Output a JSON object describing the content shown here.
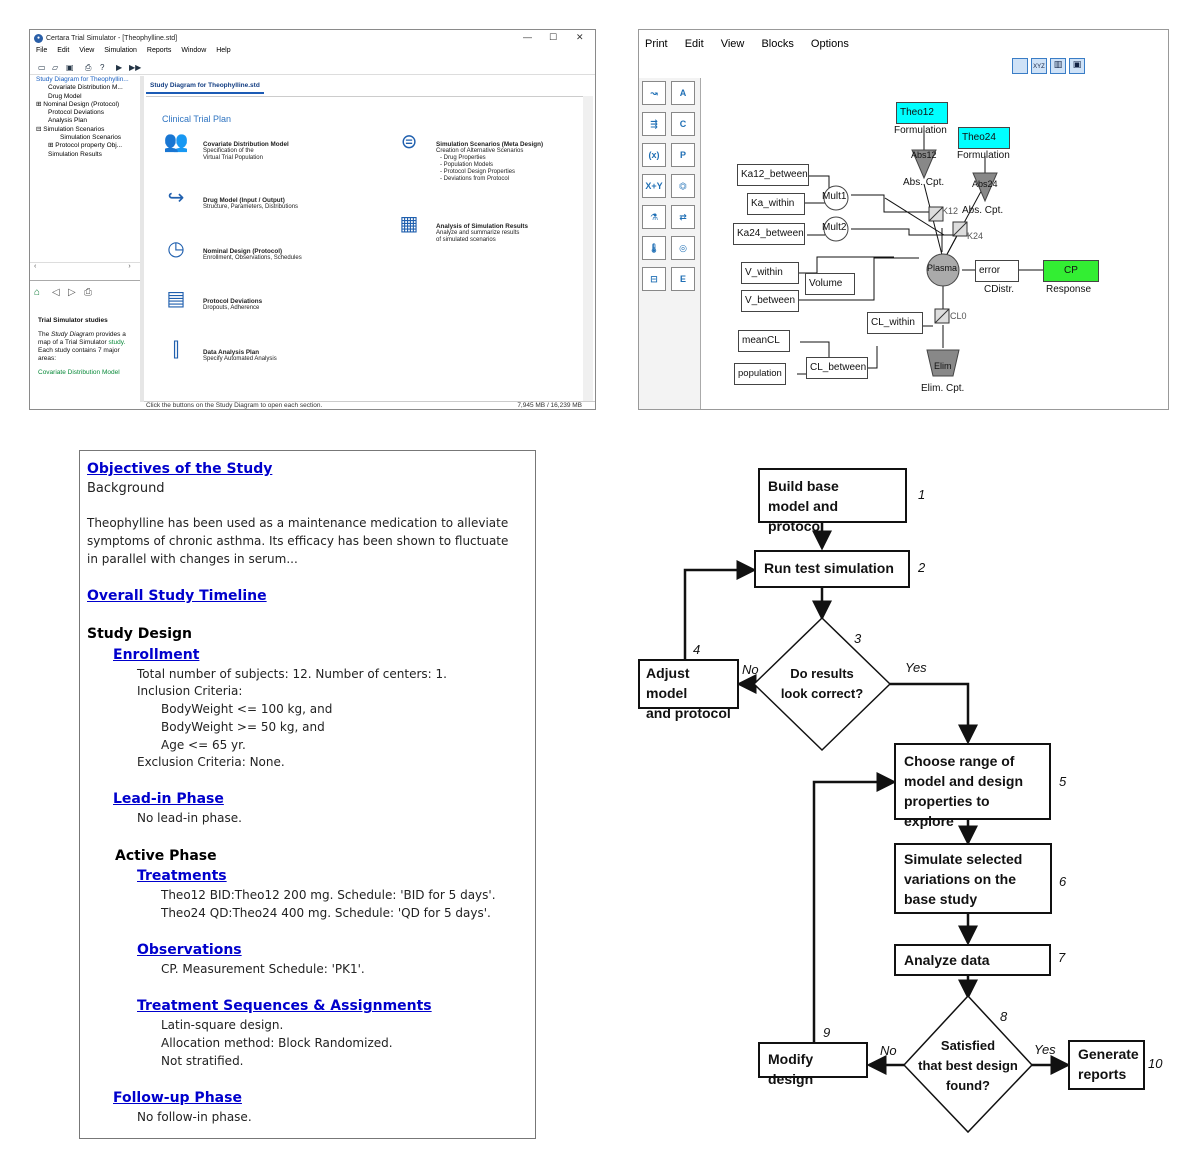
{
  "sim_window": {
    "title": "Certara Trial Simulator - [Theophylline.std]",
    "app_icon": "certara-logo-icon",
    "controls": [
      "—",
      "☐",
      "✕"
    ],
    "menu": [
      "File",
      "Edit",
      "View",
      "Simulation",
      "Reports",
      "Window",
      "Help"
    ],
    "tree": [
      "Study Diagram for Theophyllin...",
      "Covariate Distribution M...",
      "Drug Model",
      "Nominal Design (Protocol)",
      "Protocol Deviations",
      "Analysis Plan",
      "Simulation Scenarios",
      "Simulation Scenarios",
      "Protocol property Obj...",
      "Simulation Results"
    ],
    "help_title": "Trial Simulator studies",
    "help_text_1": "The",
    "help_text_em": "Study Diagram",
    "help_text_2": "provides a map of a Trial Simulator",
    "help_link": "study.",
    "help_text_3": "Each study contains 7 major areas:",
    "help_green": "Covariate Distribution Model",
    "tab": "Study Diagram for Theophylline.std",
    "heading": "Clinical Trial Plan",
    "items": [
      {
        "title": "Covariate Distribution Model",
        "lines": [
          "Specification of the",
          "Virtual Trial Population"
        ]
      },
      {
        "title": "Drug Model (Input / Output)",
        "lines": [
          "Structure, Parameters, Distributions"
        ]
      },
      {
        "title": "Nominal Design (Protocol)",
        "lines": [
          "Enrollment, Observations, Schedules"
        ]
      },
      {
        "title": "Protocol Deviations",
        "lines": [
          "Dropouts, Adherence"
        ]
      },
      {
        "title": "Data Analysis Plan",
        "lines": [
          "Specify Automated Analysis"
        ]
      },
      {
        "title": "Simulation Scenarios (Meta Design)",
        "lines": [
          "Creation of Alternative Scenarios",
          "- Drug Properties",
          "- Population Models",
          "- Protocol Design Properties",
          "- Deviations from Protocol"
        ]
      },
      {
        "title": "Analysis of Simulation Results",
        "lines": [
          "Analyze and summarize results",
          "of simulated scenarios"
        ]
      }
    ],
    "status_left": "Click the buttons on the Study Diagram to open each section.",
    "status_right": "7,945 MB / 16,239 MB"
  },
  "model_editor": {
    "menu": [
      "Print",
      "Edit",
      "View",
      "Blocks",
      "Options"
    ],
    "toolbar_icons": [
      "print-icon",
      "xyz-icon",
      "bar-chart-icon",
      "save-icon"
    ],
    "palette": [
      "↝",
      "A",
      "⇶",
      "C",
      "(x)",
      "P",
      "X+Y",
      "⏣",
      "⚗",
      "⇄",
      "🌡",
      "◎",
      "⊟",
      "E"
    ],
    "blocks": {
      "theo12": "Theo12",
      "theo24": "Theo24",
      "formulation": "Formulation",
      "abs12": "Abs12",
      "abs24": "Abs24",
      "abs_cpt": "Abs. Cpt.",
      "ka12": "Ka12_between",
      "ka_within": "Ka_within",
      "ka24": "Ka24_between",
      "mult1": "Mult1",
      "mult2": "Mult2",
      "k12": "K12",
      "k24": "K24",
      "plasma": "Plasma",
      "error": "error",
      "cdistr": "CDistr.",
      "cp": "CP",
      "response": "Response",
      "v_within": "V_within",
      "v_between": "V_between",
      "volume": "Volume",
      "cl_within": "CL_within",
      "cl0": "CL0",
      "meancl": "meanCL",
      "population": "population",
      "cl_between": "CL_between",
      "elim": "Elim",
      "elim_cpt": "Elim. Cpt."
    }
  },
  "report": {
    "objectives": "Objectives of the Study",
    "background": "Background",
    "para": [
      "Theophylline has been used as a maintenance medication to alleviate",
      "symptoms of chronic asthma. Its efficacy has been shown to fluctuate",
      "in parallel with changes in serum..."
    ],
    "timeline": "Overall Study Timeline",
    "study_design": "Study Design",
    "enrollment": "Enrollment",
    "enroll_lines": [
      "Total number of subjects: 12.  Number of centers: 1.",
      "Inclusion Criteria:"
    ],
    "criteria": [
      "BodyWeight <=  100 kg, and",
      "BodyWeight >=  50 kg, and",
      "Age <=  65 yr."
    ],
    "exclusion": "Exclusion Criteria: None.",
    "leadin": "Lead-in Phase",
    "leadin_text": "No lead-in phase.",
    "active": "Active Phase",
    "treatments": "Treatments",
    "treat_lines": [
      "Theo12 BID:Theo12 200 mg. Schedule: 'BID for 5 days'.",
      "Theo24 QD:Theo24 400 mg. Schedule: 'QD for 5 days'."
    ],
    "observations": "Observations",
    "obs_text": "CP. Measurement Schedule: 'PK1'.",
    "sequences": "Treatment Sequences & Assignments",
    "seq_lines": [
      "Latin-square design.",
      "Allocation method: Block Randomized.",
      "Not stratified."
    ],
    "followup": "Follow-up Phase",
    "followup_text": "No follow-in phase."
  },
  "flowchart": {
    "b1": [
      "Build base",
      "model and protocol"
    ],
    "b2": "Run test simulation",
    "d3": [
      "Do results",
      "look correct?"
    ],
    "b4": [
      "Adjust model",
      "and protocol"
    ],
    "b5": [
      "Choose range of",
      "model and design",
      "properties to explore"
    ],
    "b6": [
      "Simulate selected",
      "variations on the",
      "base study"
    ],
    "b7": "Analyze data",
    "d8": [
      "Satisfied",
      "that best design",
      "found?"
    ],
    "b9": "Modify design",
    "b10": [
      "Generate",
      "reports"
    ],
    "nums": [
      "1",
      "2",
      "3",
      "4",
      "5",
      "6",
      "7",
      "8",
      "9",
      "10"
    ],
    "yes": "Yes",
    "no": "No"
  }
}
